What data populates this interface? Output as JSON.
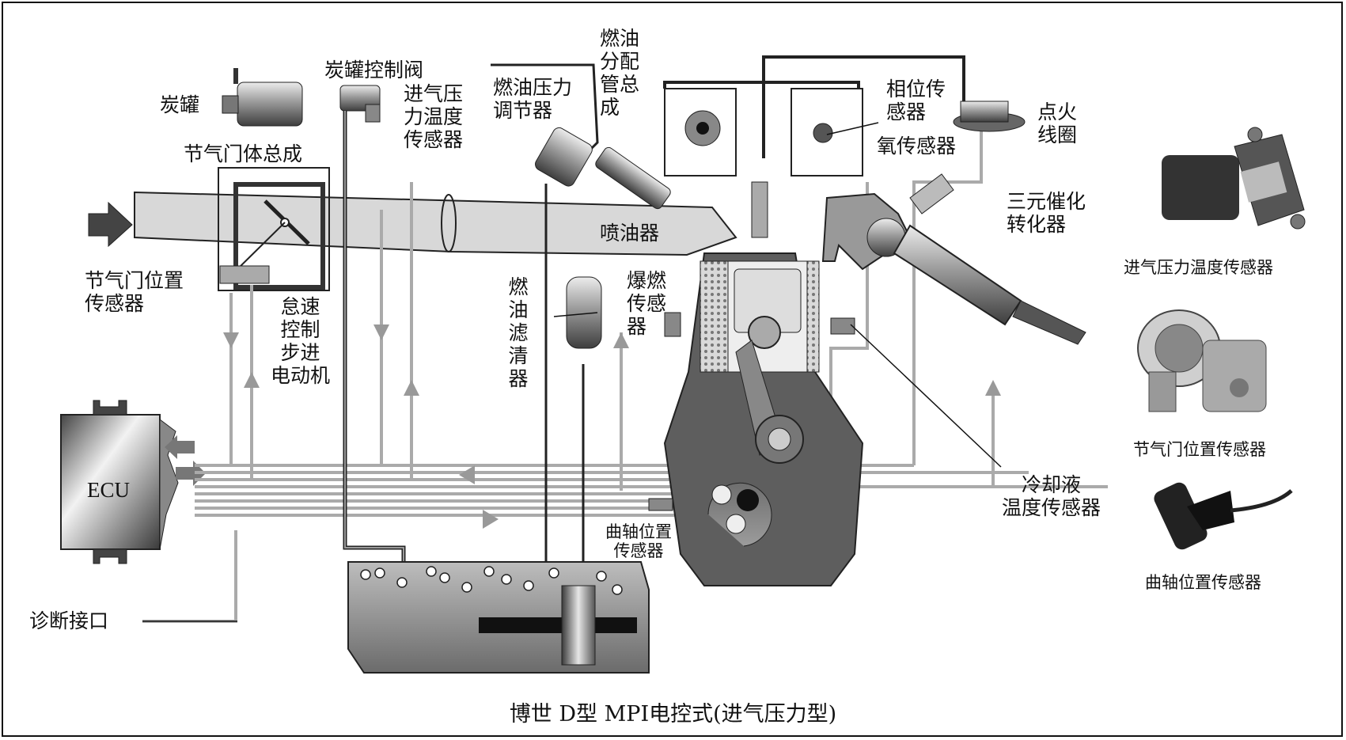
{
  "caption": "博世 D型 MPI电控式(进气压力型)",
  "ecu": "ECU",
  "labels": {
    "canister": "炭罐",
    "canister_valve": "炭罐控制阀",
    "throttle_body": "节气门体总成",
    "throttle_position": "节气门位置\n传感器",
    "idle_motor": "怠速\n控制\n步进\n电动机",
    "intake_pressure": "进气压\n力温度\n传感器",
    "fuel_regulator": "燃油压力\n调节器",
    "fuel_rail": "燃油\n分配\n管总\n成",
    "injector": "喷油器",
    "fuel_filter": "燃油滤清器",
    "knock_sensor": "爆燃\n传感\n器",
    "phase_sensor": "相位传\n感器",
    "oxygen_sensor": "氧传感器",
    "ignition_coil": "点火\n线圈",
    "catalytic_converter": "三元催化\n转化器",
    "coolant_sensor": "冷却液\n温度传感器",
    "crank_sensor": "曲轴位置\n传感器",
    "diagnostic": "诊断接口"
  },
  "photo_labels": {
    "intake_pressure_photo": "进气压力温度传感器",
    "throttle_photo": "节气门位置传感器",
    "crank_photo": "曲轴位置传感器"
  }
}
